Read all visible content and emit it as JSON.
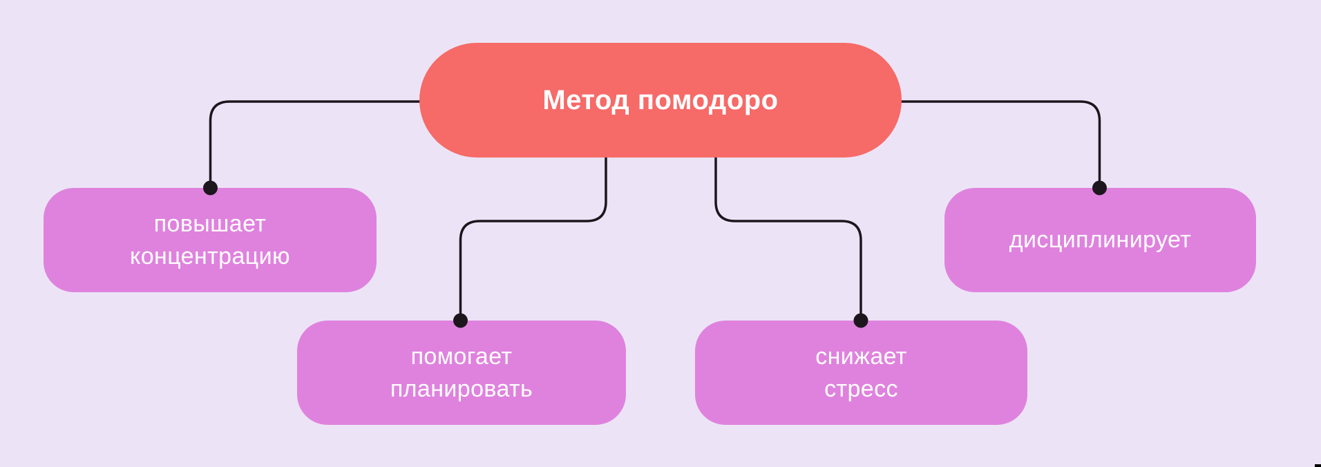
{
  "diagram": {
    "root": {
      "label": "Метод помодоро"
    },
    "branches": [
      {
        "label": "повышает\nконцентрацию"
      },
      {
        "label": "помогает\nпланировать"
      },
      {
        "label": "снижает\nстресс"
      },
      {
        "label": "дисциплинирует"
      }
    ],
    "colors": {
      "background": "#ECE4F6",
      "root_fill": "#F66A68",
      "branch_fill": "#DF82DE",
      "node_text": "#FFFFFF",
      "connector": "#1D161D",
      "corner_mark": "#000000"
    }
  }
}
